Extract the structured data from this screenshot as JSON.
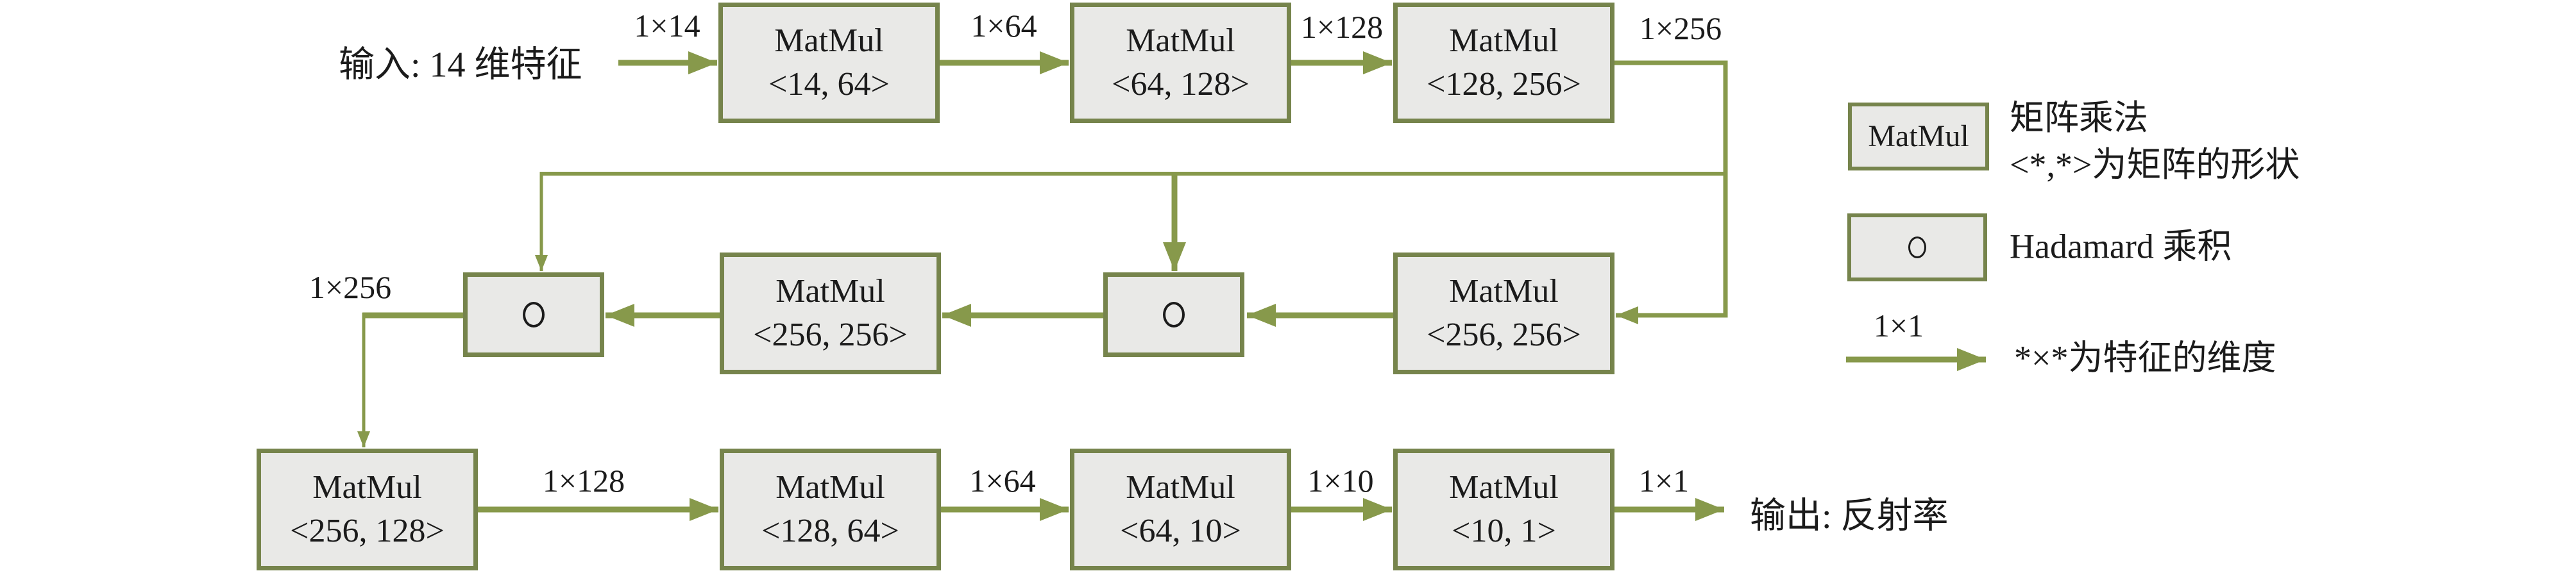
{
  "diagram": {
    "input_label": "输入: 14 维特征",
    "output_label": "输出: 反射率",
    "top_row": {
      "boxes": [
        {
          "title": "MatMul",
          "shape": "<14, 64>"
        },
        {
          "title": "MatMul",
          "shape": "<64, 128>"
        },
        {
          "title": "MatMul",
          "shape": "<128, 256>"
        }
      ],
      "edge_labels": [
        "1×14",
        "1×64",
        "1×128",
        "1×256"
      ]
    },
    "middle_row": {
      "hadamard_symbol": "○",
      "boxes": [
        {
          "title": "MatMul",
          "shape": "<256, 256>"
        },
        {
          "title": "MatMul",
          "shape": "<256, 256>"
        }
      ],
      "edge_label": "1×256"
    },
    "bottom_row": {
      "boxes": [
        {
          "title": "MatMul",
          "shape": "<256, 128>"
        },
        {
          "title": "MatMul",
          "shape": "<128, 64>"
        },
        {
          "title": "MatMul",
          "shape": "<64, 10>"
        },
        {
          "title": "MatMul",
          "shape": "<10, 1>"
        }
      ],
      "edge_labels": [
        "1×128",
        "1×64",
        "1×10",
        "1×1"
      ]
    },
    "legend": {
      "matmul": {
        "box_label": "MatMul",
        "line1": "矩阵乘法",
        "line2": "<*,*>为矩阵的形状"
      },
      "hadamard": {
        "symbol": "○",
        "label": "Hadamard 乘积"
      },
      "dimension": {
        "edge_label": "1×1",
        "label": "*×*为特征的维度"
      }
    }
  },
  "colors": {
    "accent_green": "#87994B",
    "box_border": "#76844C",
    "box_fill": "#E9E9E7",
    "text_ink": "#1B1B1B"
  }
}
